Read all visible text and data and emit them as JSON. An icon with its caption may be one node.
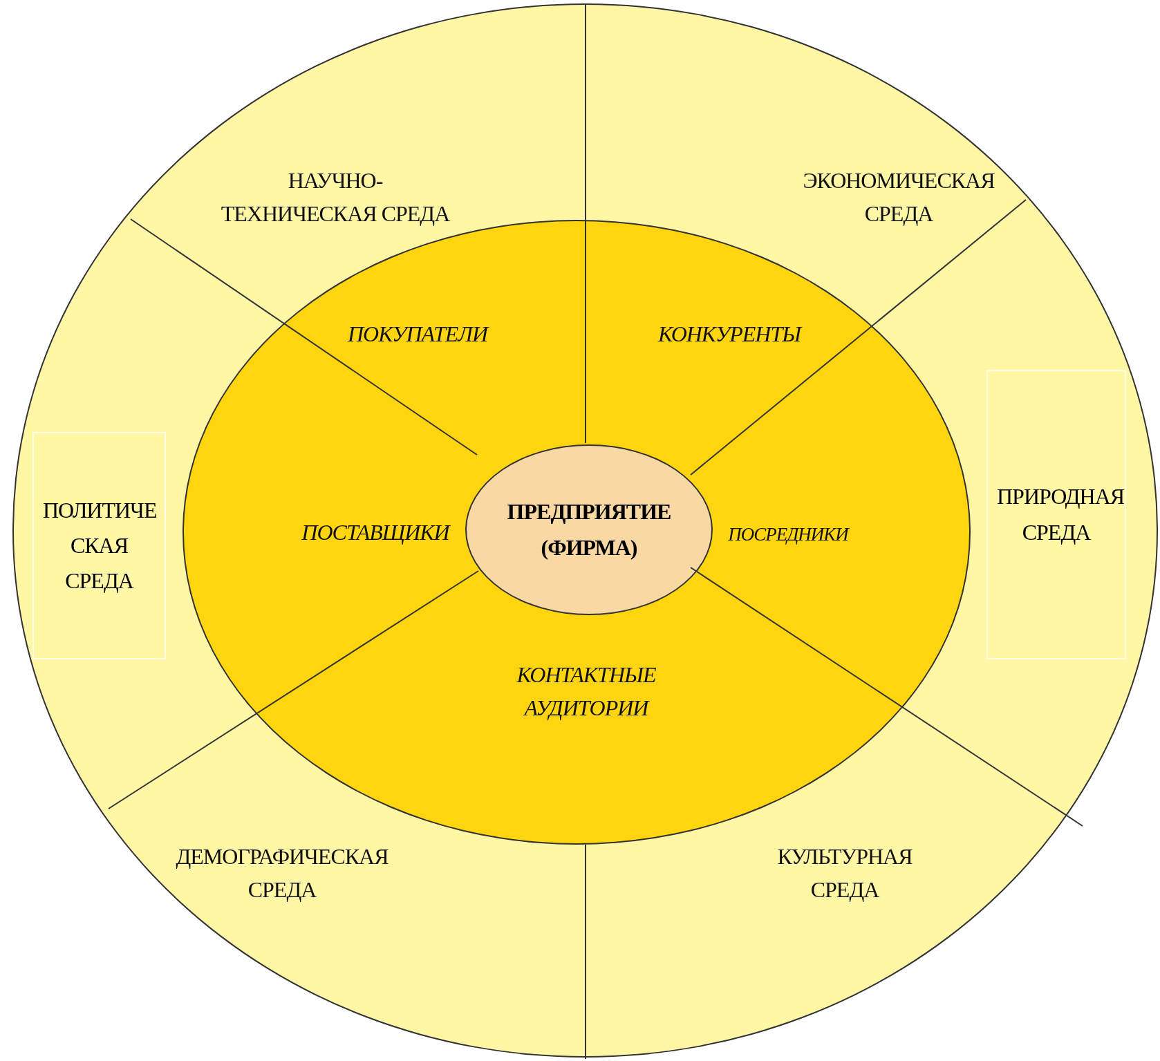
{
  "diagram": {
    "nodes": [
      {
        "text": [],
        "shape": "ellipse"
      },
      {
        "text": [],
        "shape": "ellipse",
        "in": 0
      },
      {
        "text": [
          "ПРЕДПРИЯТИЕ (ФИРМА)"
        ],
        "in": 1
      },
      {
        "text": [
          "ПОЛИТИЧЕ СКАЯ СРЕДА"
        ],
        "in": 0
      },
      {
        "text": [
          "ПРИРОДНАЯ СРЕДА"
        ],
        "in": 0
      }
    ],
    "labels": [
      "НАУЧНО-ТЕХНИЧЕСКАЯ СРЕДА",
      "ЭКОНОМИЧЕСКАЯ СРЕДА",
      "ПОКУПАТЕЛИ",
      "КОНКУРЕНТЫ",
      "ПОСТАВЩИКИ",
      "ПОСРЕДНИКИ",
      "КОНТАКТНЫЕ АУДИТОРИИ",
      "ДЕМОГРАФИЧЕСКАЯ СРЕДА",
      "КУЛЬТУРНАЯ СРЕДА"
    ]
  }
}
